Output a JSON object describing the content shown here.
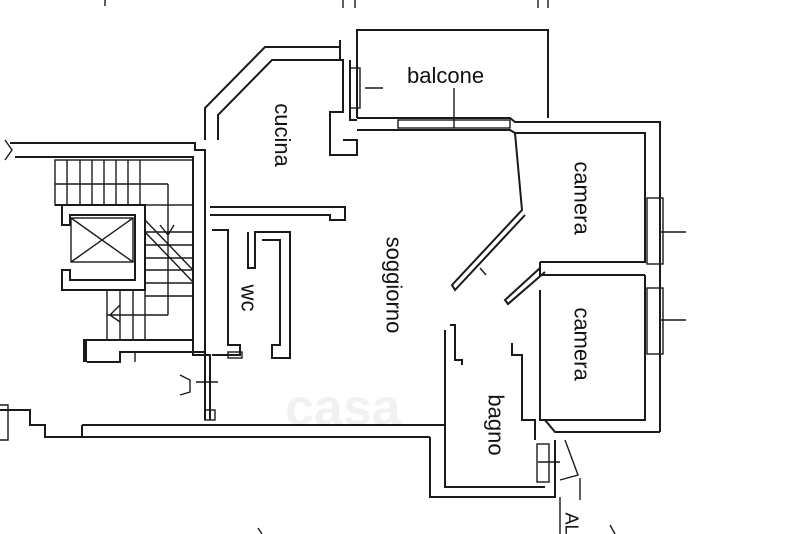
{
  "rooms": {
    "balcone": "balcone",
    "cucina": "cucina",
    "soggiorno": "soggiorno",
    "camera_top": "camera",
    "camera_bottom": "camera",
    "wc": "wc",
    "bagno": "bagno"
  },
  "corner_label": "AL",
  "watermark": "casa",
  "colors": {
    "line": "#1a1a1a",
    "background": "#ffffff"
  }
}
